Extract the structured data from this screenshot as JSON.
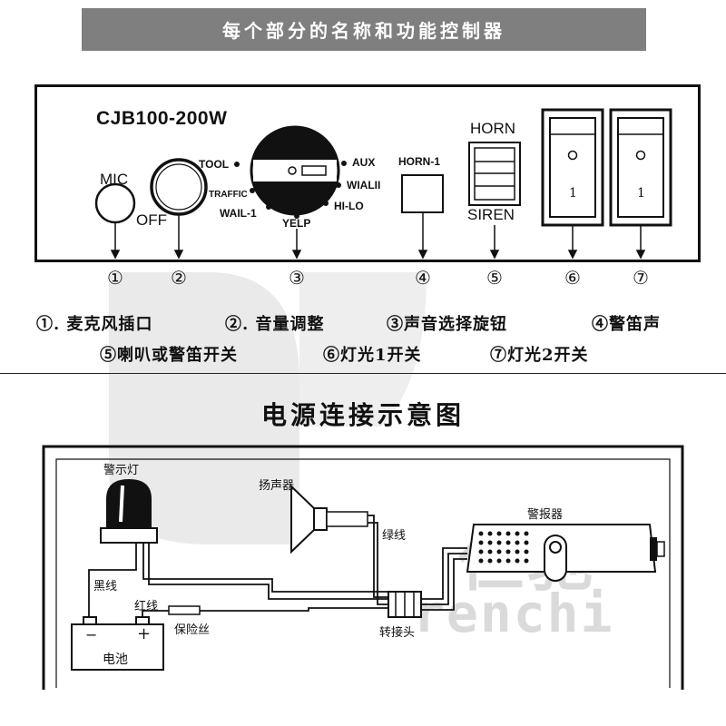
{
  "title": "每个部分的名称和功能控制器",
  "panel": {
    "model": "CJB100-200W",
    "mic_label": "MIC",
    "off_label": "OFF",
    "knob_positions": {
      "tool": "TOOL",
      "traffic": "TRAFFIC",
      "wail1": "WAIL-1",
      "yelp": "YELP",
      "aux": "AUX",
      "wialii": "WIALII",
      "hilo": "HI-LO"
    },
    "horn1_label": "HORN-1",
    "horn_label": "HORN",
    "siren_label": "SIREN",
    "switch_mark": "1",
    "callouts": [
      "①",
      "②",
      "③",
      "④",
      "⑤",
      "⑥",
      "⑦"
    ]
  },
  "legend": {
    "line1": [
      "①. 麦克风插口",
      "②. 音量调整",
      "③声音选择旋钮",
      "④警笛声"
    ],
    "line2": [
      "⑤喇叭或警笛开关",
      "⑥灯光1开关",
      "⑦灯光2开关"
    ]
  },
  "wiring": {
    "title": "电源连接示意图",
    "labels": {
      "warning_light": "警示灯",
      "speaker": "扬声器",
      "green_wire": "绿线",
      "alarm": "警报器",
      "black_wire": "黑线",
      "red_wire": "红线",
      "fuse": "保险丝",
      "battery": "电池",
      "minus": "−",
      "plus": "+",
      "adapter": "转接头"
    }
  },
  "watermark": {
    "cn": "仨驰",
    "en": "renchi"
  }
}
